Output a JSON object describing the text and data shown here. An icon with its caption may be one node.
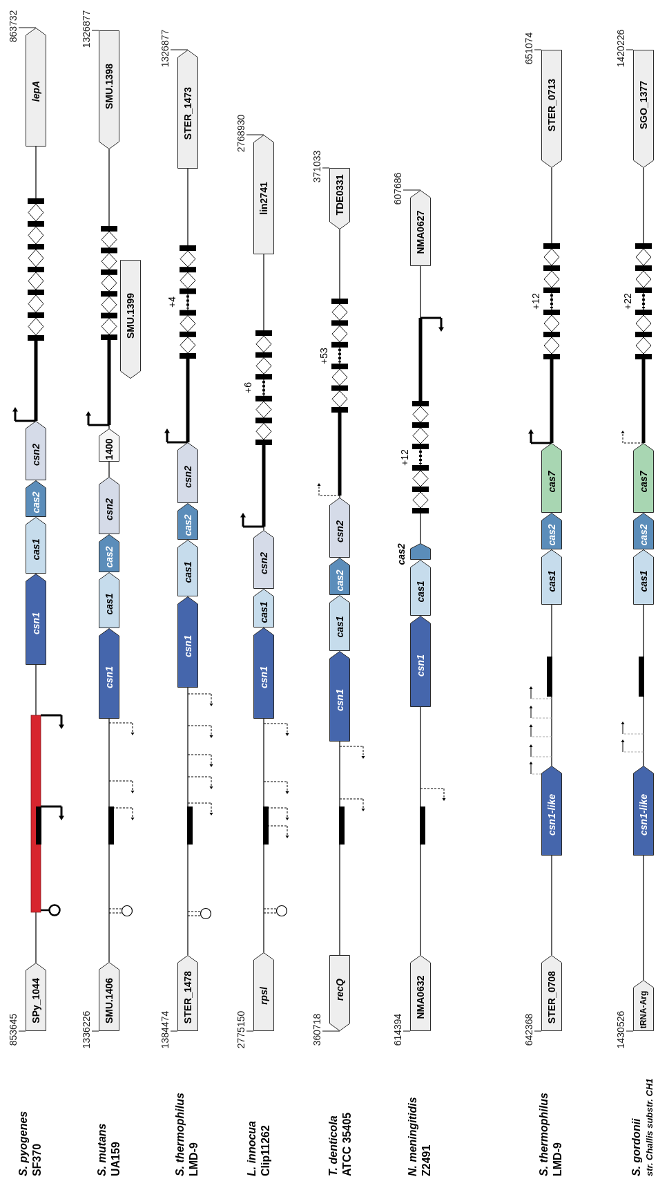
{
  "diagram": {
    "nodes": [
      {
        "text": [
          "lepA"
        ],
        "beside": [
          "863732"
        ]
      },
      {
        "text": [
          "csn2"
        ]
      },
      {
        "text": [
          "cas2"
        ]
      },
      {
        "text": [
          "cas1"
        ]
      },
      {
        "text": [
          "csn1"
        ]
      },
      {
        "text": [
          "SPy_1044"
        ],
        "beside": [
          "853645"
        ]
      },
      {
        "text": [
          "SMU.1398"
        ],
        "beside": [
          "1326877"
        ]
      },
      {
        "text": [
          "SMU.1399"
        ]
      },
      {
        "text": [
          "1400"
        ]
      },
      {
        "text": [
          "csn2"
        ]
      },
      {
        "text": [
          "cas2"
        ]
      },
      {
        "text": [
          "cas1"
        ]
      },
      {
        "text": [
          "csn1"
        ]
      },
      {
        "text": [
          "SMU.1406"
        ],
        "beside": [
          "1336226"
        ]
      },
      {
        "text": [
          "STER_1473"
        ],
        "beside": [
          "1326877"
        ]
      },
      {
        "text": [
          "csn2"
        ]
      },
      {
        "text": [
          "cas2"
        ]
      },
      {
        "text": [
          "cas1"
        ]
      },
      {
        "text": [
          "csn1"
        ]
      },
      {
        "text": [
          "STER_1478"
        ],
        "beside": [
          "1384474"
        ]
      },
      {
        "text": [
          "lin2741"
        ],
        "beside": [
          "2768930"
        ]
      },
      {
        "text": [
          "csn2"
        ]
      },
      {
        "text": [
          "cas1"
        ]
      },
      {
        "text": [
          "csn1"
        ]
      },
      {
        "text": [
          "rpsl"
        ],
        "beside": [
          "2775150"
        ]
      },
      {
        "text": [
          "TDE0331"
        ],
        "beside": [
          "371033"
        ]
      },
      {
        "text": [
          "csn2"
        ]
      },
      {
        "text": [
          "cas2"
        ]
      },
      {
        "text": [
          "cas1"
        ]
      },
      {
        "text": [
          "csn1"
        ]
      },
      {
        "text": [
          "recQ"
        ],
        "beside": [
          "360718"
        ]
      },
      {
        "text": [
          "NMA0627"
        ],
        "beside": [
          "607686"
        ]
      },
      {
        "text": [
          "cas2"
        ]
      },
      {
        "text": [
          "cas1"
        ]
      },
      {
        "text": [
          "csn1"
        ]
      },
      {
        "text": [
          "NMA0632"
        ],
        "beside": [
          "614394"
        ]
      },
      {
        "text": [
          "STER_0713"
        ],
        "beside": [
          "651074"
        ]
      },
      {
        "text": [
          "cas7"
        ]
      },
      {
        "text": [
          "cas2"
        ]
      },
      {
        "text": [
          "cas1"
        ]
      },
      {
        "text": [
          "csn1-like"
        ]
      },
      {
        "text": [
          "STER_0708"
        ],
        "beside": [
          "642368"
        ]
      },
      {
        "text": [
          "SGO_1377"
        ],
        "beside": [
          "1420226"
        ]
      },
      {
        "text": [
          "cas7"
        ]
      },
      {
        "text": [
          "cas2"
        ]
      },
      {
        "text": [
          "cas1"
        ]
      },
      {
        "text": [
          "csn1-like"
        ]
      },
      {
        "text": [
          "tRNA-Arg"
        ],
        "beside": [
          "1430526"
        ]
      }
    ],
    "edges": [
      {
        "from": 0,
        "to": 1,
        "arrow": "none"
      },
      {
        "from": 4,
        "to": 5,
        "arrow": "none"
      },
      {
        "from": 6,
        "to": 8,
        "arrow": "none"
      },
      {
        "from": 8,
        "to": 9,
        "arrow": "none"
      },
      {
        "from": 12,
        "to": 13,
        "arrow": "none"
      },
      {
        "from": 14,
        "to": 15,
        "arrow": "none"
      },
      {
        "from": 18,
        "to": 19,
        "arrow": "none"
      },
      {
        "from": 20,
        "to": 21,
        "arrow": "none"
      },
      {
        "from": 23,
        "to": 24,
        "arrow": "none"
      },
      {
        "from": 25,
        "to": 26,
        "arrow": "none"
      },
      {
        "from": 29,
        "to": 30,
        "arrow": "none"
      },
      {
        "from": 31,
        "to": 32,
        "arrow": "none"
      },
      {
        "from": 34,
        "to": 35,
        "arrow": "none"
      },
      {
        "from": 36,
        "to": 37,
        "arrow": "none"
      },
      {
        "from": 39,
        "to": 40,
        "arrow": "none"
      },
      {
        "from": 40,
        "to": 41,
        "arrow": "none"
      },
      {
        "from": 42,
        "to": 43,
        "arrow": "none"
      },
      {
        "from": 45,
        "to": 46,
        "arrow": "none"
      },
      {
        "from": 46,
        "to": 47,
        "arrow": "none"
      }
    ],
    "labels": [
      "+4",
      "+6",
      "+53",
      "+12",
      "+12",
      "+22",
      "S. pyogenes",
      "SF370",
      "S. mutans",
      "UA159",
      "S. thermophilus",
      "LMD-9",
      "L. innocua",
      "Clip11262",
      "T. denticola",
      "ATCC 35405",
      "N. meningitidis",
      "Z2491",
      "S. thermophilus",
      "LMD-9",
      "S. gordonii",
      "str. Challis substr. CH1"
    ]
  }
}
